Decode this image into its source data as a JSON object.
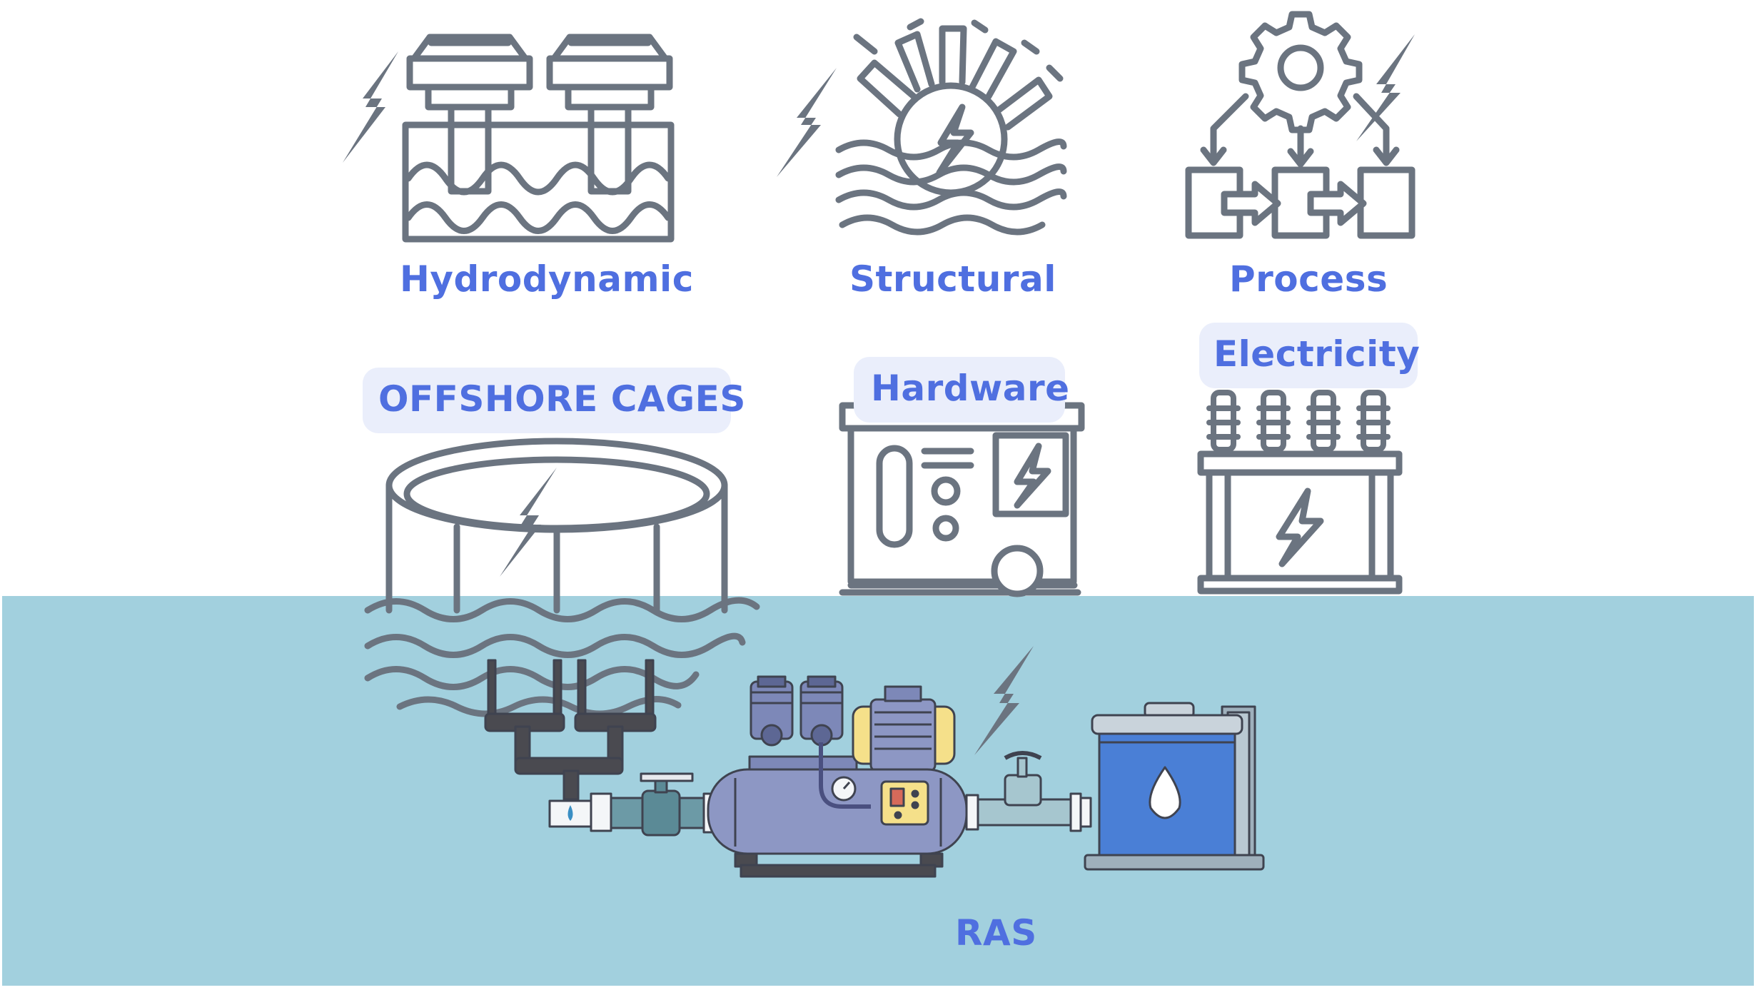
{
  "labels": {
    "hydrodynamic": "Hydrodynamic",
    "structural": "Structural",
    "process": "Process",
    "offshore_cages": "OFFSHORE CAGES",
    "hardware": "Hardware",
    "electricity": "Electricity",
    "ras": "RAS"
  },
  "colors": {
    "icon_stroke": "#6b7480",
    "label_text": "#4f6fe0",
    "pill_bg": "#eaeefb",
    "water": "#a2d0de",
    "pump_body": "#8d97c4",
    "tank_blue": "#4a7fd6",
    "motor_yellow": "#f5e08a",
    "pipe_dark": "#4a4a50"
  },
  "icons": [
    "lightning-icon",
    "aerator-icon",
    "turbine-icon",
    "gear-icon",
    "flow-process-icon",
    "fish-cage-icon",
    "generator-icon",
    "transformer-icon",
    "compressor-icon",
    "water-tank-icon"
  ]
}
